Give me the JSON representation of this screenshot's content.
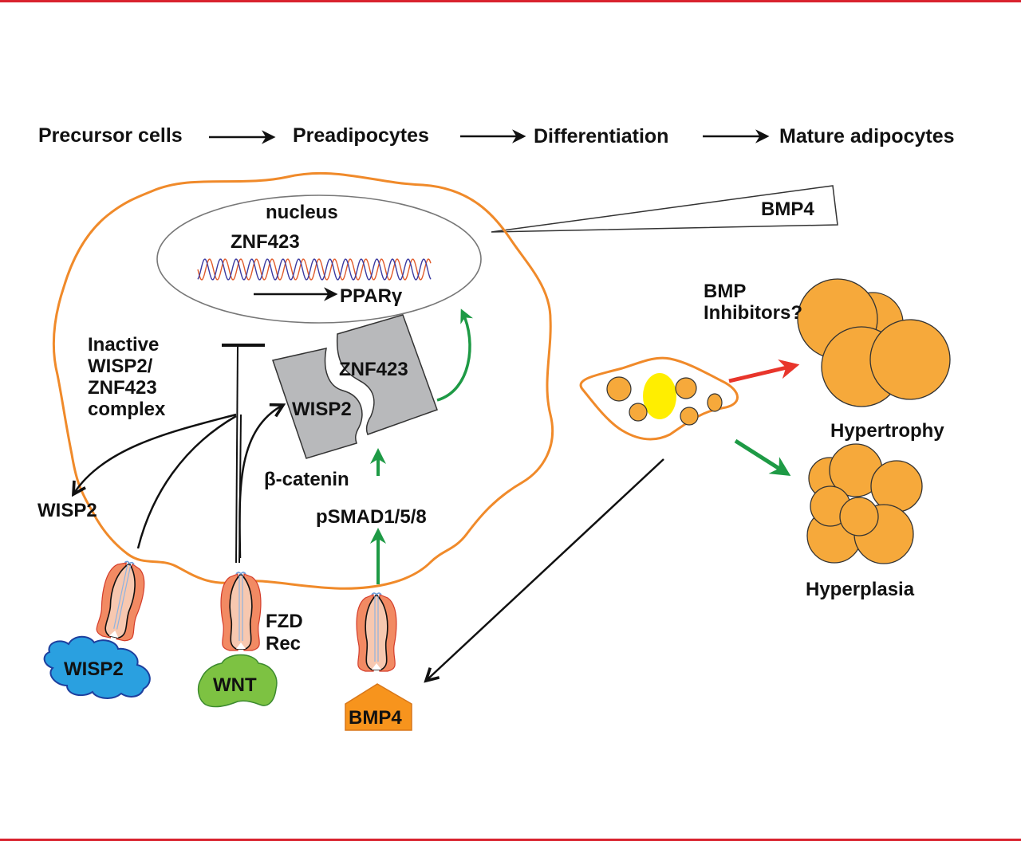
{
  "colors": {
    "frame_border": "#d9232e",
    "cell_outline": "#f08a2a",
    "nucleus_outline": "#777777",
    "complex_fill": "#b8b9bb",
    "green_arrow": "#1e9a45",
    "red_arrow": "#e8352b",
    "adipocyte_fill": "#f6a93b",
    "lipid_nucleus": "#ffee00",
    "wisp2_cloud": "#2aa0e0",
    "wnt_fill": "#7dc242",
    "bmp4_fill": "#f7941d",
    "dna_strand_a": "#e05a2a",
    "dna_strand_b": "#3a3aa0"
  },
  "timeline": {
    "stages": [
      "Precursor cells",
      "Preadipocytes",
      "Differentiation",
      "Mature adipocytes"
    ]
  },
  "gradient_wedge": {
    "label": "BMP4"
  },
  "nucleus": {
    "label": "nucleus",
    "gene_binder": "ZNF423",
    "target_gene": "PPARγ"
  },
  "complex": {
    "left_piece": "WISP2",
    "right_piece": "ZNF423",
    "inactive_label_lines": [
      "Inactive",
      "WISP2/",
      "ZNF423",
      "complex"
    ]
  },
  "signals": {
    "beta_catenin": "β-catenin",
    "psmad": "pSMAD1/5/8",
    "secreted_wisp2": "WISP2"
  },
  "receptors": {
    "fzd_label_lines": [
      "FZD",
      "Rec"
    ]
  },
  "ligands": {
    "wisp2": "WISP2",
    "wnt": "WNT",
    "bmp4": "BMP4"
  },
  "outcomes": {
    "bmp_inhibitors_lines": [
      "BMP",
      "Inhibitors?"
    ],
    "hypertrophy": "Hypertrophy",
    "hyperplasia": "Hyperplasia"
  }
}
